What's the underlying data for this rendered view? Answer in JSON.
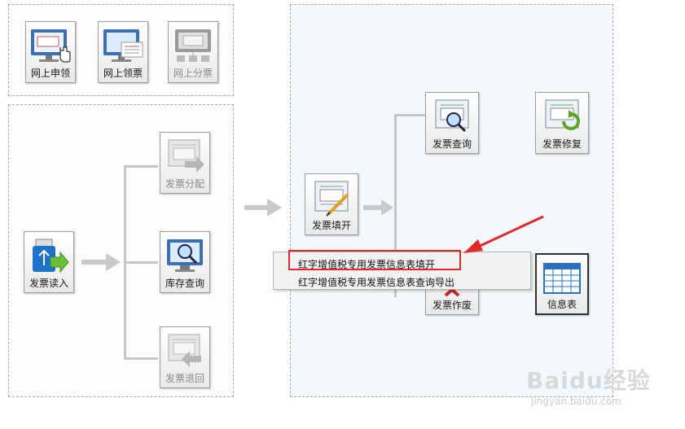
{
  "top_buttons": [
    {
      "label": "网上申领",
      "icon": "monitor-hand-icon"
    },
    {
      "label": "网上领票",
      "icon": "monitor-ticket-icon"
    },
    {
      "label": "网上分票",
      "icon": "network-ticket-icon"
    }
  ],
  "left_flow": {
    "read": {
      "label": "发票读入",
      "icon": "usb-import-icon"
    },
    "distribute": {
      "label": "发票分配",
      "icon": "invoice-distribute-icon"
    },
    "stock_query": {
      "label": "库存查询",
      "icon": "monitor-search-icon"
    },
    "return": {
      "label": "发票退回",
      "icon": "invoice-return-icon"
    }
  },
  "right_flow": {
    "fill": {
      "label": "发票填开",
      "icon": "invoice-pen-icon"
    },
    "query": {
      "label": "发票查询",
      "icon": "invoice-search-icon"
    },
    "repair": {
      "label": "发票修复",
      "icon": "invoice-repair-icon"
    },
    "void": {
      "label": "发票作废",
      "icon": "invoice-void-icon"
    },
    "info": {
      "label": "信息表",
      "icon": "table-icon"
    }
  },
  "context_menu": {
    "items": [
      "红字增值税专用发票信息表填开",
      "红字增值税专用发票信息表查询导出"
    ]
  },
  "watermark": {
    "brand": "Baidu经验",
    "url": "jingyan.baidu.com"
  },
  "colors": {
    "highlight": "#e02a2a",
    "panel_bg": "#f3f8fc",
    "connector": "#c6c6c6"
  }
}
